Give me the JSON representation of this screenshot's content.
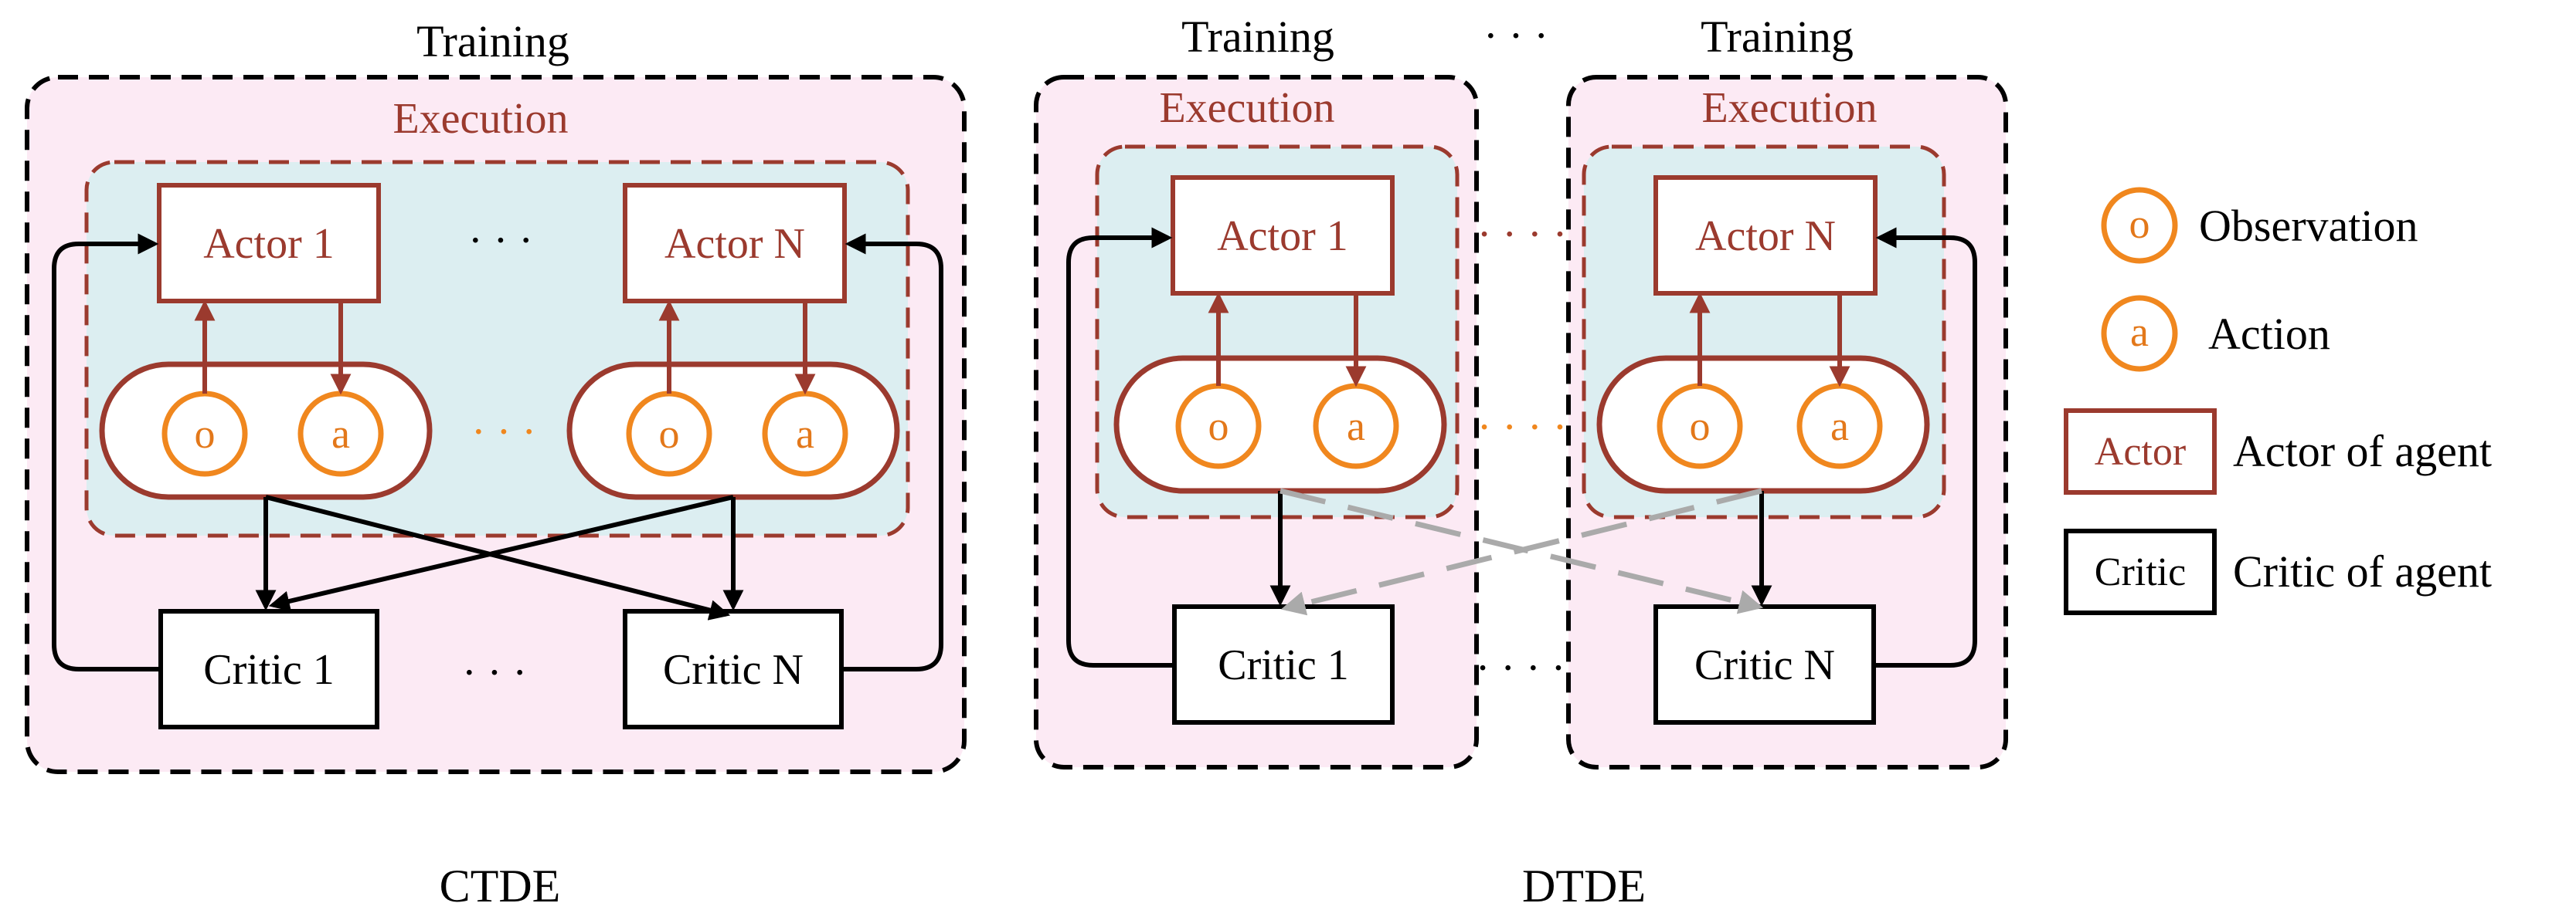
{
  "colors": {
    "outer_fill": "#FCEAF4",
    "inner_fill": "#DCEEF1",
    "actor_stroke": "#9B3A2E",
    "actor_text": "#9B3A2E",
    "circle_stroke": "#F0871E",
    "circle_text": "#E3781A",
    "critic_stroke": "#000000",
    "gray_arrow": "#AAAAAA"
  },
  "labels": {
    "training": "Training",
    "execution": "Execution",
    "actor_1": "Actor 1",
    "actor_n": "Actor N",
    "critic_1": "Critic 1",
    "critic_n": "Critic N",
    "obs": "o",
    "act": "a",
    "ellipsis": "· · ·",
    "ellipsis_dotted": "· · · ·"
  },
  "captions": {
    "ctde": "CTDE",
    "dtde": "DTDE"
  },
  "legend": {
    "observation_symbol": "o",
    "observation_label": "Observation",
    "action_symbol": "a",
    "action_label": "Action",
    "actor_symbol": "Actor",
    "actor_label": "Actor of agent",
    "critic_symbol": "Critic",
    "critic_label": "Critic of agent"
  }
}
